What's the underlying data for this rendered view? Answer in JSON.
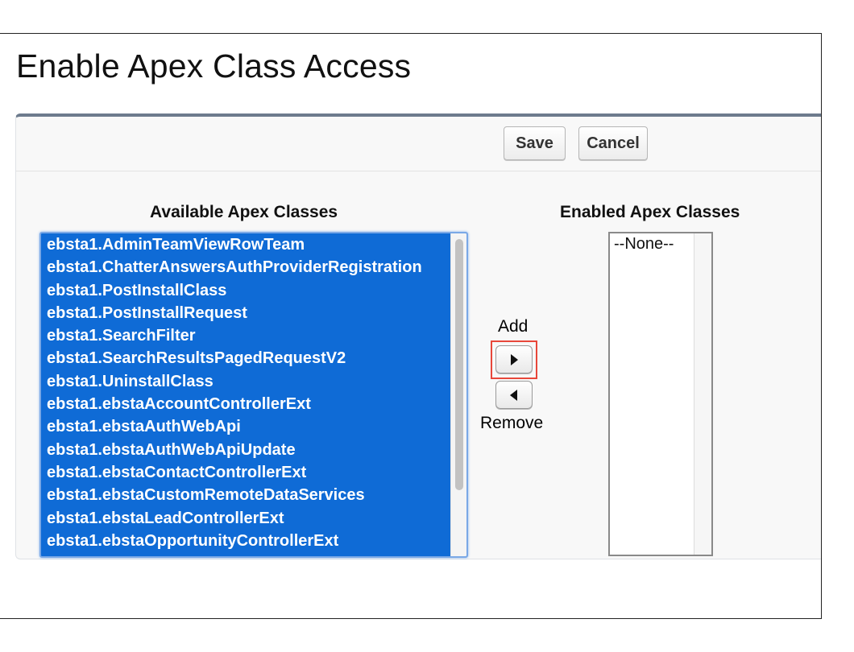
{
  "page": {
    "title": "Enable Apex Class Access"
  },
  "toolbar": {
    "save_label": "Save",
    "cancel_label": "Cancel"
  },
  "available": {
    "heading": "Available Apex Classes",
    "items": [
      "ebsta1.AdminTeamViewRowTeam",
      "ebsta1.ChatterAnswersAuthProviderRegistration",
      "ebsta1.PostInstallClass",
      "ebsta1.PostInstallRequest",
      "ebsta1.SearchFilter",
      "ebsta1.SearchResultsPagedRequestV2",
      "ebsta1.UninstallClass",
      "ebsta1.ebstaAccountControllerExt",
      "ebsta1.ebstaAuthWebApi",
      "ebsta1.ebstaAuthWebApiUpdate",
      "ebsta1.ebstaContactControllerExt",
      "ebsta1.ebstaCustomRemoteDataServices",
      "ebsta1.ebstaLeadControllerExt",
      "ebsta1.ebstaOpportunityControllerExt"
    ]
  },
  "controls": {
    "add_label": "Add",
    "remove_label": "Remove",
    "add_icon": "triangle-right-icon",
    "remove_icon": "triangle-left-icon"
  },
  "enabled": {
    "heading": "Enabled Apex Classes",
    "items": [
      "--None--"
    ]
  },
  "colors": {
    "selection": "#0f6bd6",
    "highlight": "#e8473a",
    "panel_border": "#6d7b8d"
  }
}
